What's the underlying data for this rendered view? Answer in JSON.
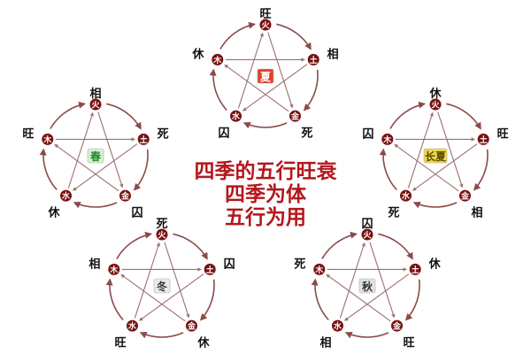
{
  "title_lines": [
    "四季的五行旺衰",
    "四季为体",
    "五行为用"
  ],
  "element_names": {
    "fire": "火",
    "earth": "土",
    "metal": "金",
    "water": "水",
    "wood": "木"
  },
  "colors": {
    "title": "#b3171c",
    "node": "#7a1010",
    "node_text": "#ffffff",
    "cycle_arrow": "#8b4a4a",
    "star_arrow": "#9a7070",
    "state_text": "#111111"
  },
  "seasons": [
    {
      "key": "summer",
      "name": "夏",
      "name_color": "#ffffff",
      "name_bg": "#e3402b",
      "states": {
        "fire": "旺",
        "earth": "相",
        "metal": "死",
        "water": "囚",
        "wood": "休"
      }
    },
    {
      "key": "spring",
      "name": "春",
      "name_color": "#1f8a2a",
      "name_bg": "#d9f0d4",
      "states": {
        "fire": "相",
        "earth": "死",
        "metal": "囚",
        "water": "休",
        "wood": "旺"
      }
    },
    {
      "key": "late-summer",
      "name": "长夏",
      "name_color": "#5a4a00",
      "name_bg": "#f0d84a",
      "states": {
        "fire": "休",
        "earth": "旺",
        "metal": "相",
        "water": "死",
        "wood": "囚"
      }
    },
    {
      "key": "winter",
      "name": "冬",
      "name_color": "#333333",
      "name_bg": "#e9e9e9",
      "states": {
        "fire": "死",
        "earth": "囚",
        "metal": "休",
        "water": "旺",
        "wood": "相"
      }
    },
    {
      "key": "autumn",
      "name": "秋",
      "name_color": "#333333",
      "name_bg": "#e2e2e2",
      "states": {
        "fire": "囚",
        "earth": "休",
        "metal": "旺",
        "water": "相",
        "wood": "死"
      }
    }
  ]
}
